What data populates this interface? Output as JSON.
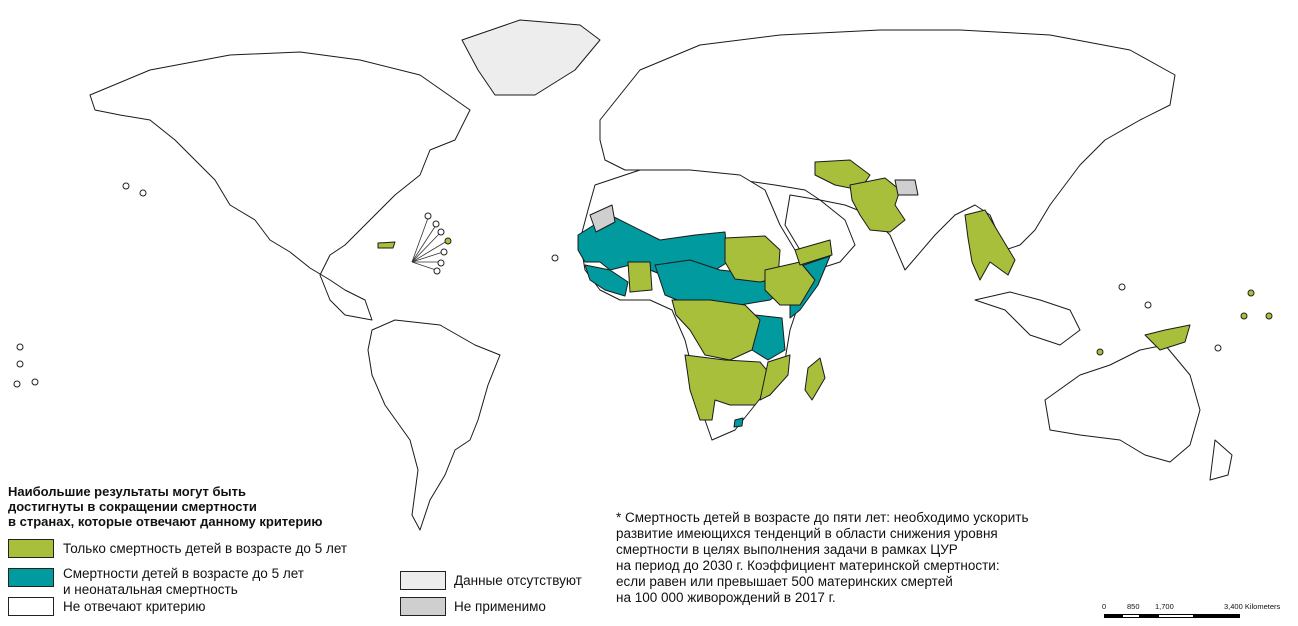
{
  "colors": {
    "under5_only": "#a7bf3b",
    "under5_and_neonatal": "#009a9f",
    "no_data": "#ededed",
    "not_applicable": "#cfcfcf",
    "not_meeting": "#ffffff",
    "outline": "#1a1a1a"
  },
  "legend": {
    "title": [
      "Наибольшие результаты могут быть",
      "достигнуты в сокращении смертности",
      "в странах, которые отвечают данному критерию"
    ],
    "under5_only": "Только смертность детей в возрасте до 5 лет",
    "under5_and_neonatal_line1": "Смертности детей в возрасте до 5 лет",
    "under5_and_neonatal_line2": "и неонатальная смертность",
    "not_meeting": "Не отвечают критерию",
    "no_data": "Данные отсутствуют",
    "not_applicable": "Не применимо"
  },
  "footnote": [
    "* Смертность детей в возрасте до пяти лет: необходимо ускорить",
    "развитие имеющихся тенденций в области снижения уровня",
    "смертности в целях выполнения задачи в рамках ЦУР",
    "на период до 2030 г. Коэффициент материнской смертности:",
    "если равен или превышает 500 материнских смертей",
    "на 100 000 живорождений в 2017 г."
  ],
  "scale_bar": {
    "ticks": [
      "0",
      "850",
      "1,700",
      "3,400 Kilometers"
    ]
  },
  "regions": [
    {
      "name": "Afghanistan",
      "category": "under5_only"
    },
    {
      "name": "Pakistan",
      "category": "under5_only"
    },
    {
      "name": "Turkmenistan",
      "category": "under5_only"
    },
    {
      "name": "Myanmar",
      "category": "under5_only"
    },
    {
      "name": "Laos",
      "category": "under5_only"
    },
    {
      "name": "Papua New Guinea",
      "category": "under5_only"
    },
    {
      "name": "Haiti",
      "category": "under5_only"
    },
    {
      "name": "Sudan",
      "category": "under5_only"
    },
    {
      "name": "Ethiopia",
      "category": "under5_only"
    },
    {
      "name": "Yemen",
      "category": "under5_only"
    },
    {
      "name": "DR Congo",
      "category": "under5_only"
    },
    {
      "name": "Angola",
      "category": "under5_only"
    },
    {
      "name": "Zambia",
      "category": "under5_only"
    },
    {
      "name": "Mozambique",
      "category": "under5_only"
    },
    {
      "name": "Madagascar",
      "category": "under5_only"
    },
    {
      "name": "Mauritania",
      "category": "under5_and_neonatal"
    },
    {
      "name": "Mali",
      "category": "under5_and_neonatal"
    },
    {
      "name": "Niger",
      "category": "under5_and_neonatal"
    },
    {
      "name": "Chad",
      "category": "under5_and_neonatal"
    },
    {
      "name": "Nigeria",
      "category": "under5_and_neonatal"
    },
    {
      "name": "Central African Republic",
      "category": "under5_and_neonatal"
    },
    {
      "name": "South Sudan",
      "category": "under5_and_neonatal"
    },
    {
      "name": "Somalia",
      "category": "under5_and_neonatal"
    },
    {
      "name": "Tanzania",
      "category": "under5_and_neonatal"
    },
    {
      "name": "Lesotho",
      "category": "under5_and_neonatal"
    },
    {
      "name": "Greenland",
      "category": "no_data"
    },
    {
      "name": "Western Sahara",
      "category": "not_applicable"
    },
    {
      "name": "Kashmir",
      "category": "not_applicable"
    }
  ]
}
